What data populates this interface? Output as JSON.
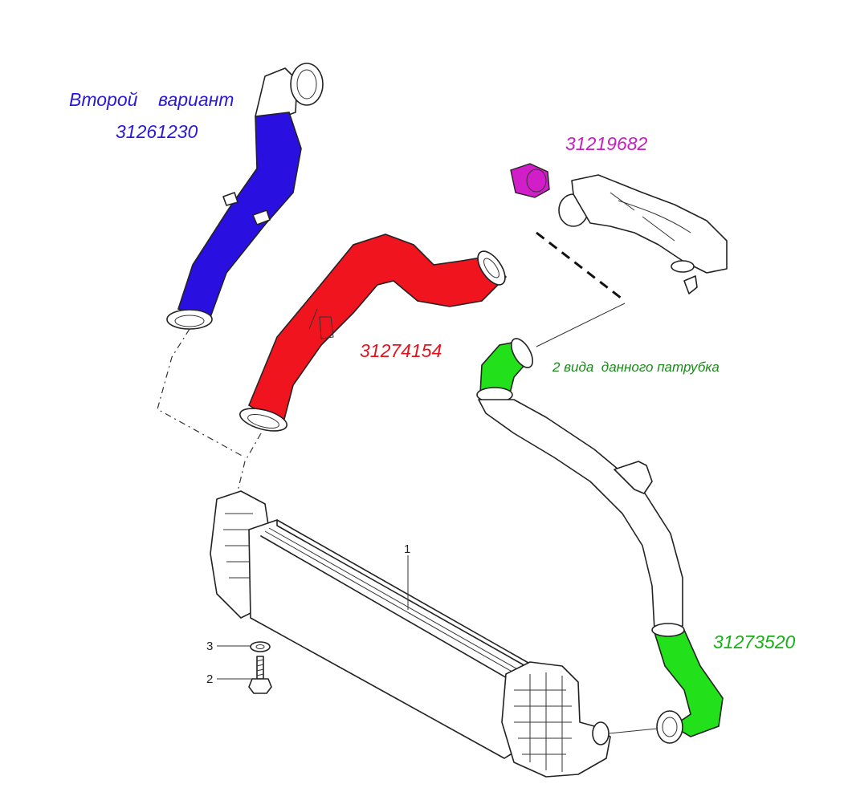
{
  "labels": {
    "variant_title": "Второй    вариант",
    "part_blue": "31261230",
    "part_magenta": "31219682",
    "part_red": "31274154",
    "two_views_note": "2 вида  данного патрубка",
    "part_green": "31273520"
  },
  "callouts": {
    "item_1": "1",
    "item_2": "2",
    "item_3": "3"
  },
  "colors": {
    "blue_hose": "#2a10e0",
    "red_hose": "#f0141e",
    "green_hose": "#22e01a",
    "magenta_part": "#d21ec8",
    "blue_text": "#2a18d8",
    "red_text": "#e0141e",
    "magenta_text": "#c81ec0",
    "green_text": "#18b018",
    "note_text": "#1a8a1a"
  }
}
